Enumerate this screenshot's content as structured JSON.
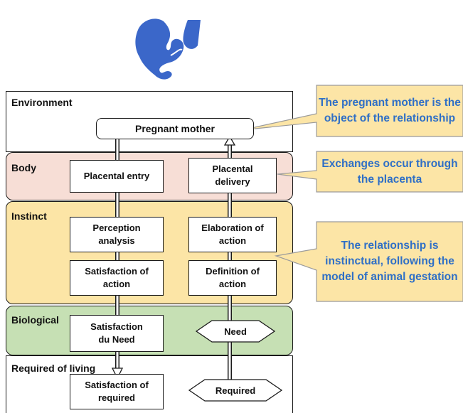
{
  "colors": {
    "environment_fill": "#ffffff",
    "body_fill": "#f7ded6",
    "instinct_fill": "#fce5a6",
    "biological_fill": "#c6e0b4",
    "required_fill": "#ffffff",
    "callout_fill": "#fce5a6",
    "callout_text": "#2f6fc6",
    "logo_blue": "#3b67c9"
  },
  "logo": {
    "icon": "fetus-logo-icon"
  },
  "bands": {
    "environment": "Environment",
    "body": "Body",
    "instinct": "Instinct",
    "biological": "Biological",
    "required": "Required of living"
  },
  "boxes": {
    "pregnant_mother": "Pregnant mother",
    "placental_entry": "Placental entry",
    "placental_delivery": "Placental delivery",
    "perception_analysis": "Perception analysis",
    "elaboration_of_action": "Elaboration of action",
    "satisfaction_of_action": "Satisfaction of action",
    "definition_of_action": "Definition of action",
    "satisfaction_du_need": "Satisfaction du Need",
    "satisfaction_of_required": "Satisfaction of required"
  },
  "hexagons": {
    "need": "Need",
    "required": "Required"
  },
  "callouts": {
    "object": "The pregnant mother is the object of the relationship",
    "exchanges": "Exchanges occur through the placenta",
    "instinctual": "The relationship is instinctual, following the model of animal gestation"
  }
}
